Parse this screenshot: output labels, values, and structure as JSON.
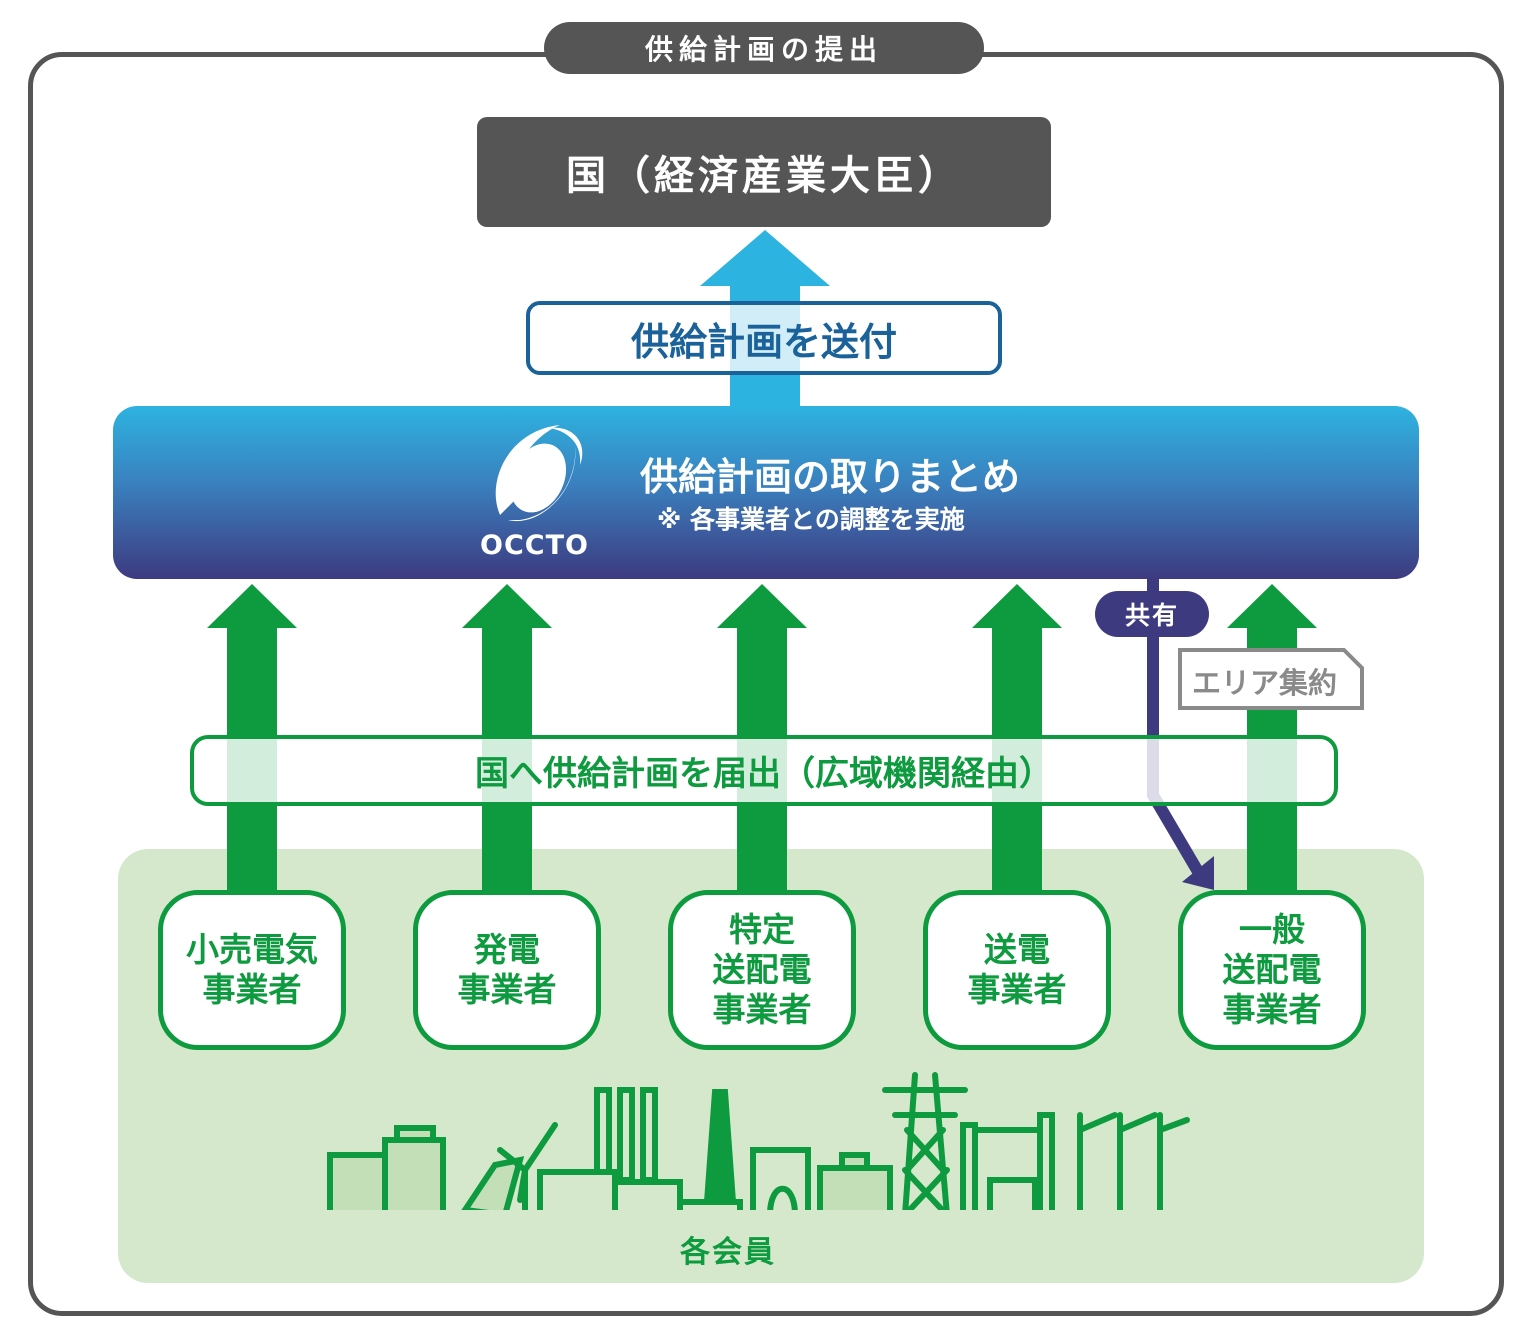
{
  "frame": {
    "title": "供給計画の提出"
  },
  "top": {
    "country_label": "国（経済産業大臣）"
  },
  "send": {
    "label": "供給計画を送付"
  },
  "occto": {
    "logo_text": "OCCTO",
    "title": "供給計画の取りまとめ",
    "subtitle": "※ 各事業者との調整を実施"
  },
  "share": {
    "label": "共有",
    "area_tag": "エリア集約"
  },
  "route": {
    "label": "国へ供給計画を届出（広域機関経由）"
  },
  "businesses": [
    {
      "label": "小売電気\n事業者"
    },
    {
      "label": "発電\n事業者"
    },
    {
      "label": "特定\n送配電\n事業者"
    },
    {
      "label": "送電\n事業者"
    },
    {
      "label": "一般\n送配電\n事業者"
    }
  ],
  "members": {
    "label": "各会員"
  },
  "colors": {
    "gray": "#555555",
    "blue_dark": "#1a6299",
    "sky": "#2db3e0",
    "indigo": "#3d3a80",
    "green": "#0e9a3e",
    "green_light": "#d5e8cb"
  }
}
